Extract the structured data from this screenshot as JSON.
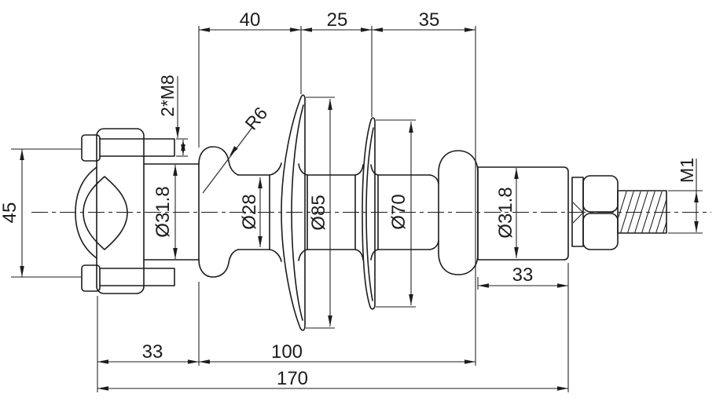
{
  "drawing": {
    "background": "#ffffff",
    "line_color": "#1c1c1c",
    "dimensions": {
      "top_lengths": {
        "seg1": "40",
        "seg2": "25",
        "seg3": "35"
      },
      "left": {
        "bolt_spacing": "45"
      },
      "labels": {
        "bolt_thread": "2*M8",
        "fillet_radius": "R6",
        "stud_thread": "M1"
      },
      "diameters": {
        "flange_left": "Ø31.8",
        "neck": "Ø28",
        "shed_large": "Ø85",
        "shed_small": "Ø70",
        "shaft_right": "Ø31.8"
      },
      "bottom_lengths": {
        "clamp": "33",
        "body": "100",
        "overall": "170",
        "shaft": "33"
      }
    }
  }
}
